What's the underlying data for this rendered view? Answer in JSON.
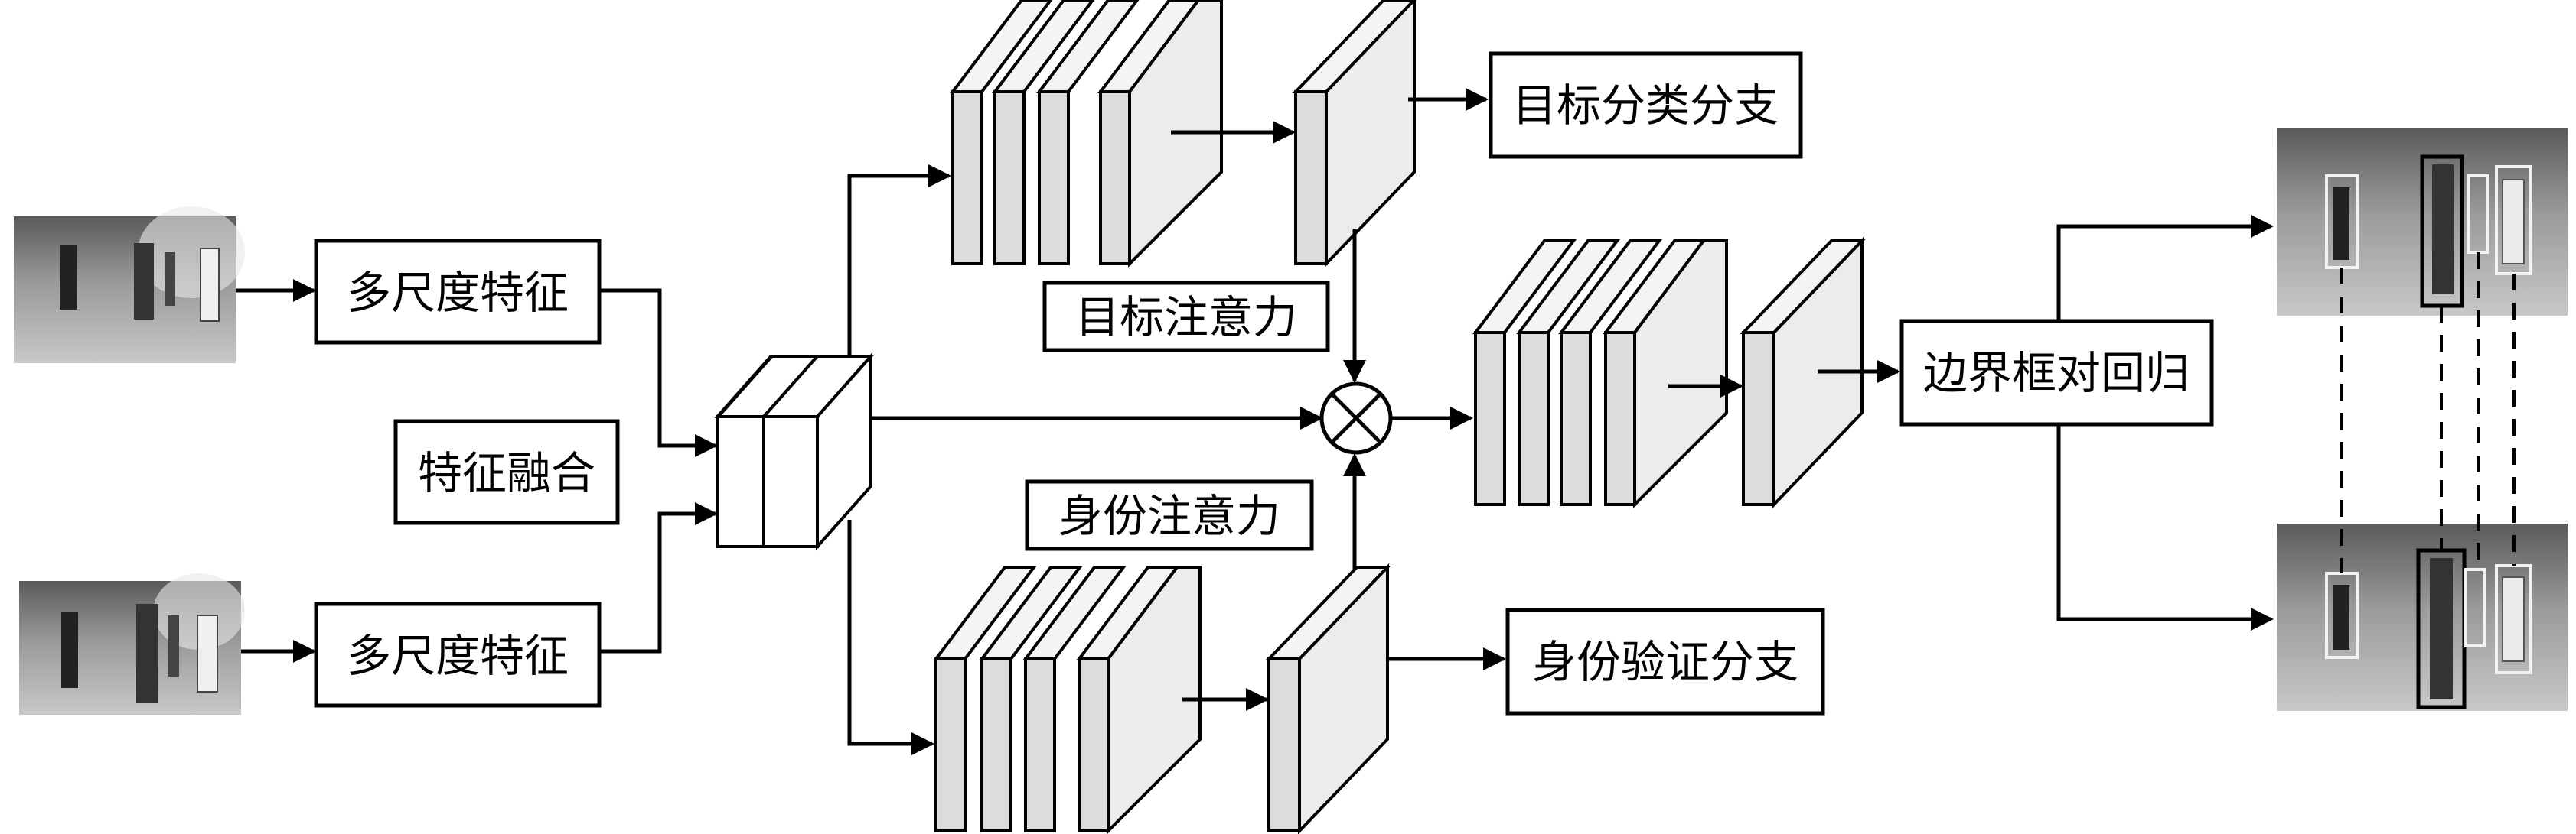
{
  "labels": {
    "multiscale_top": "多尺度特征",
    "multiscale_bottom": "多尺度特征",
    "fusion": "特征融合",
    "target_attention": "目标注意力",
    "identity_attention": "身份注意力",
    "target_cls_branch": "目标分类分支",
    "identity_verify_branch": "身份验证分支",
    "bbox_regression": "边界框对回归"
  },
  "icons": {
    "multiply_node": "circle-times-icon",
    "arrow": "arrow-right-icon"
  },
  "colors": {
    "stroke": "#000000",
    "layer_face": "#dcdcdc",
    "photo_bg": "#8a8a8a"
  }
}
